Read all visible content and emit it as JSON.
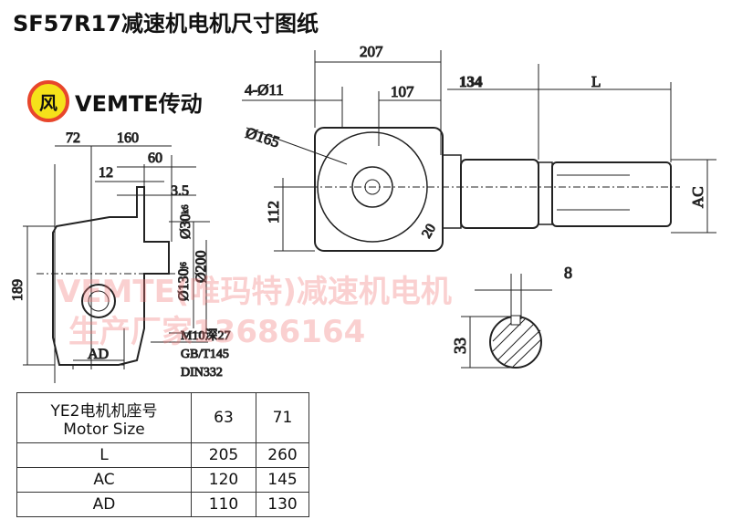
{
  "title": "SF57R17减速机电机尺寸图纸",
  "logo": {
    "badge": "风",
    "text": "VEMTE传动"
  },
  "dims": {
    "d72": "72",
    "d160": "160",
    "d60": "60",
    "d12": "12",
    "d3_5": "3.5",
    "d30": "Ø30",
    "d30_tol": "k6",
    "d130": "Ø130",
    "d130_tol": "j6",
    "d200": "Ø200",
    "d189": "189",
    "ad": "AD",
    "thread": "M10深27",
    "std1": "GB/T145",
    "std2": "DIN332",
    "d207": "207",
    "d107": "107",
    "holes": "4-Ø11",
    "d165": "Ø165",
    "d112": "112",
    "d20": "20",
    "d134": "134",
    "L": "L",
    "AC": "AC",
    "d8": "8",
    "d33": "33"
  },
  "watermark": {
    "line1": "VEMTE(唯玛特)减速机电机",
    "line2": "生产厂家13686164"
  },
  "table": {
    "header_cn": "YE2电机机座号",
    "header_en": "Motor Size",
    "sizes": [
      "63",
      "71"
    ],
    "rows": [
      {
        "label": "L",
        "values": [
          "205",
          "260"
        ]
      },
      {
        "label": "AC",
        "values": [
          "120",
          "145"
        ]
      },
      {
        "label": "AD",
        "values": [
          "110",
          "130"
        ]
      }
    ]
  }
}
